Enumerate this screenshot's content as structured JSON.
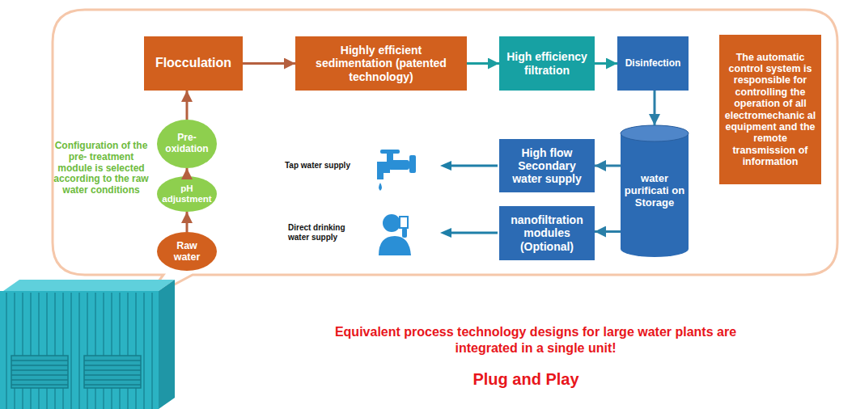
{
  "diagram": {
    "nodes": [
      {
        "text": [
          "Flocculation"
        ]
      },
      {
        "text": [
          "Highly efficient sedimentation (patented technology)"
        ]
      },
      {
        "text": [
          "High efficiency filtration"
        ]
      },
      {
        "text": [
          "Disinfection"
        ]
      },
      {
        "text": [
          "The automatic control system is responsible for controlling the operation of all electromechanic al equipment and the remote transmission of information"
        ]
      },
      {
        "text": [
          "Pre- oxidation"
        ]
      },
      {
        "text": [
          "water purificati on Storage"
        ]
      },
      {
        "text": [
          "High flow Secondary water supply"
        ]
      },
      {
        "text": [
          "pH adjustment"
        ]
      },
      {
        "text": [
          "nanofiltration modules (Optional)"
        ]
      },
      {
        "text": [
          "Raw water"
        ]
      }
    ],
    "edges": [
      {
        "from": 10,
        "to": 8,
        "arrow": "to"
      },
      {
        "from": 8,
        "to": 5,
        "arrow": "to"
      },
      {
        "from": 5,
        "to": 0,
        "arrow": "to"
      },
      {
        "from": 0,
        "to": 1,
        "arrow": "to"
      },
      {
        "from": 1,
        "to": 2,
        "arrow": "to"
      },
      {
        "from": 2,
        "to": 3,
        "arrow": "to"
      },
      {
        "from": 3,
        "to": 6,
        "arrow": "to"
      },
      {
        "from": 6,
        "to": 7,
        "arrow": "to"
      },
      {
        "from": 6,
        "to": 9,
        "arrow": "to"
      }
    ],
    "labels": [
      "Configuration of the pre- treatment module is selected according to the raw water conditions",
      "Tap water supply",
      "Direct drinking water supply",
      "Equivalent process technology designs for large water plants are integrated in a single unit!",
      "Plug and Play"
    ]
  }
}
